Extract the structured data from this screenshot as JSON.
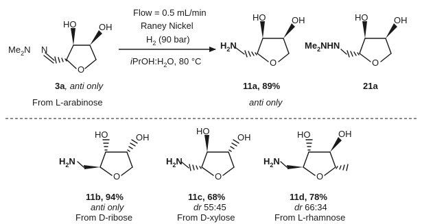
{
  "starting_material": {
    "compound_number": "3a",
    "selectivity": ", anti only",
    "source": "From L-arabinose",
    "labels": {
      "amine": "Me",
      "amine_sub": "2",
      "amine_rest": "N",
      "n_imine": "N",
      "oh_left": "HO",
      "oh_right": "OH",
      "ring_o": "O"
    }
  },
  "conditions": {
    "flow": "Flow = 0.5 mL/min",
    "catalyst": "Raney Nickel",
    "h2": "H",
    "h2_sub": "2",
    "pressure": " (90 bar)",
    "solvent_italic": "i",
    "solvent_a": "PrOH:H",
    "solvent_sub": "2",
    "solvent_b": "O, 80 °C"
  },
  "products": [
    {
      "compound_number": "11a",
      "yield": ", 89%",
      "note": "anti only",
      "labels": {
        "amine": "H",
        "amine_sub": "2",
        "amine_rest": "N",
        "oh_left": "HO",
        "oh_right": "OH",
        "ring_o": "O"
      }
    },
    {
      "compound_number": "21a",
      "labels": {
        "amine": "Me",
        "amine_sub": "2",
        "amine_rest": "NHN",
        "oh_left": "HO",
        "oh_right": "OH",
        "ring_o": "O"
      }
    }
  ],
  "examples": [
    {
      "compound_number": "11b",
      "yield": ", 94%",
      "note": "anti only",
      "source": "From D-ribose",
      "labels": {
        "amine": "H",
        "amine_sub": "2",
        "amine_rest": "N",
        "oh_left": "HO",
        "oh_right": "OH",
        "ring_o": "O"
      }
    },
    {
      "compound_number": "11c",
      "yield": ", 68%",
      "note_italic": "dr",
      "note": " 55:45",
      "source": "From D-xylose",
      "labels": {
        "amine": "H",
        "amine_sub": "2",
        "amine_rest": "N",
        "oh_left": "HO",
        "oh_right": "OH",
        "ring_o": "O"
      }
    },
    {
      "compound_number": "11d",
      "yield": ", 78%",
      "note_italic": "dr",
      "note": " 66:34",
      "source": "From L-rhamnose",
      "labels": {
        "amine": "H",
        "amine_sub": "2",
        "amine_rest": "N",
        "oh_left": "HO",
        "oh_right": "OH",
        "ring_o": "O"
      }
    }
  ]
}
